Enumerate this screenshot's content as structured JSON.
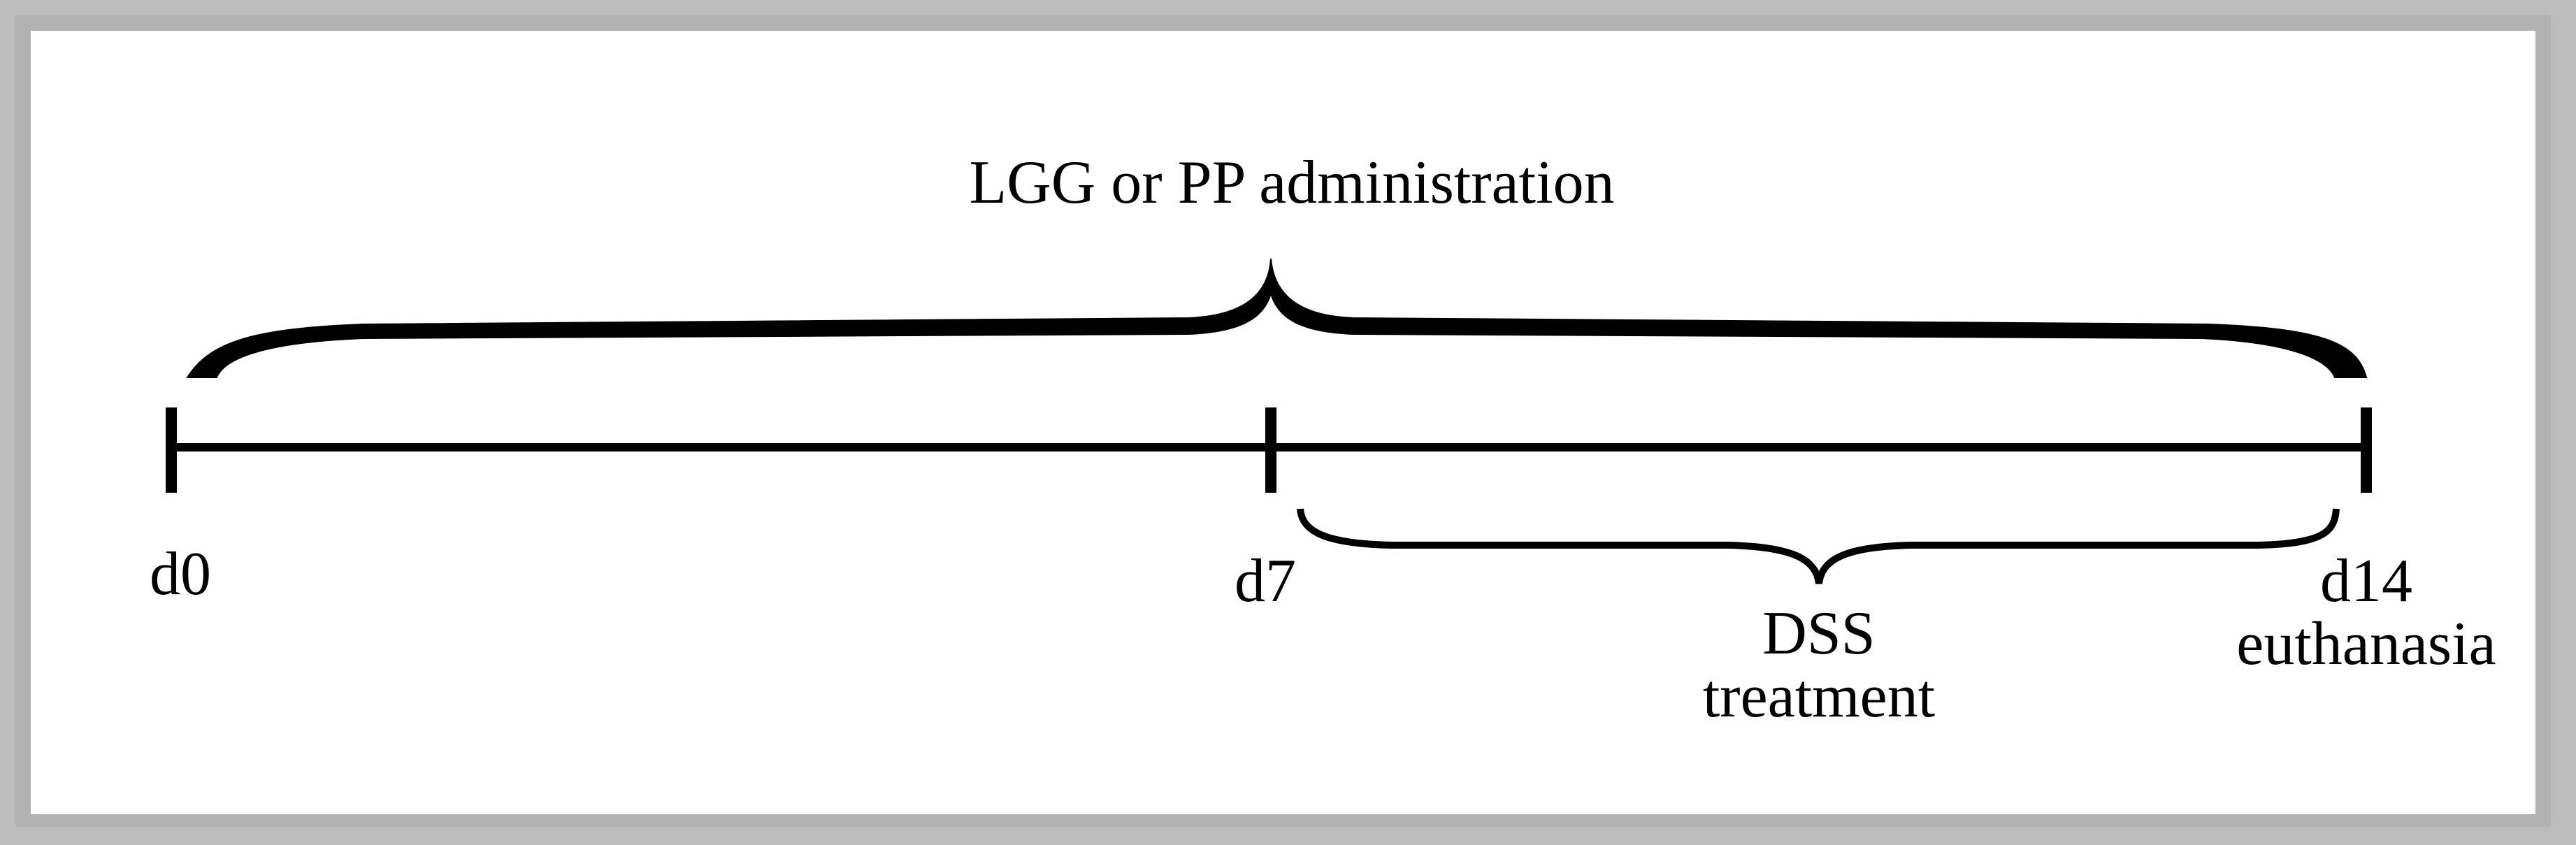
{
  "diagram": {
    "top_brace_label": "LGG or PP administration",
    "ticks": {
      "d0": "d0",
      "d7": "d7",
      "d14": "d14"
    },
    "dss_label_line1": "DSS",
    "dss_label_line2": "treatment",
    "euthanasia_label": "euthanasia"
  },
  "colors": {
    "line": "#000000",
    "background": "#ffffff",
    "border": "#b2b2b2"
  }
}
